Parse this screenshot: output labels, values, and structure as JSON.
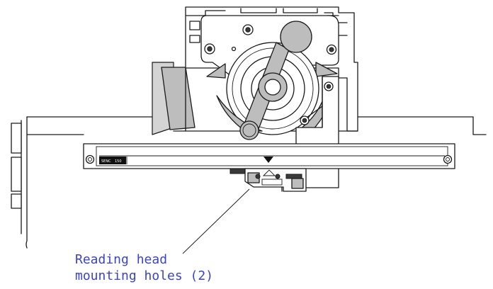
{
  "diagram": {
    "callout": {
      "line1": "Reading head",
      "line2": "mounting holes (2)"
    },
    "scale_plate": {
      "model": "SENC",
      "size": "150"
    },
    "colors": {
      "callout_text": "#3b44c6",
      "line": "#1a1a1a",
      "fill_gray": "#bdbdbd"
    }
  }
}
